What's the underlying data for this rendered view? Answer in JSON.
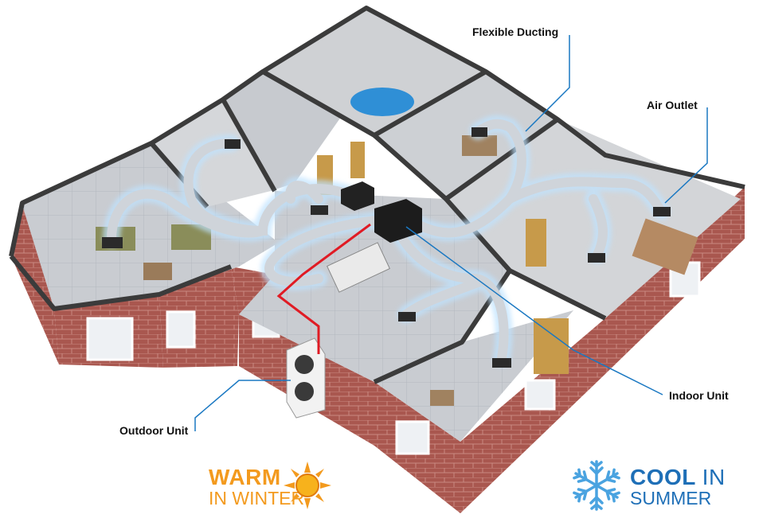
{
  "labels": {
    "flexible_ducting": "Flexible Ducting",
    "air_outlet": "Air Outlet",
    "indoor_unit": "Indoor Unit",
    "outdoor_unit": "Outdoor Unit"
  },
  "promo": {
    "warm_big": "WARM",
    "warm_small": "IN WINTER",
    "cool_big": "COOL",
    "cool_in": "IN",
    "cool_small": "SUMMER"
  },
  "icons": {
    "sun": "sun-icon",
    "snowflake": "snowflake-icon"
  },
  "colors": {
    "warm": "#f39a1e",
    "cool": "#1e6fb7",
    "brick": "#a9574f",
    "floor": "#c9ccd1",
    "duct": "#cfd4da",
    "refrigerant_line": "#e01b24",
    "leader_line": "#1a78c2"
  }
}
